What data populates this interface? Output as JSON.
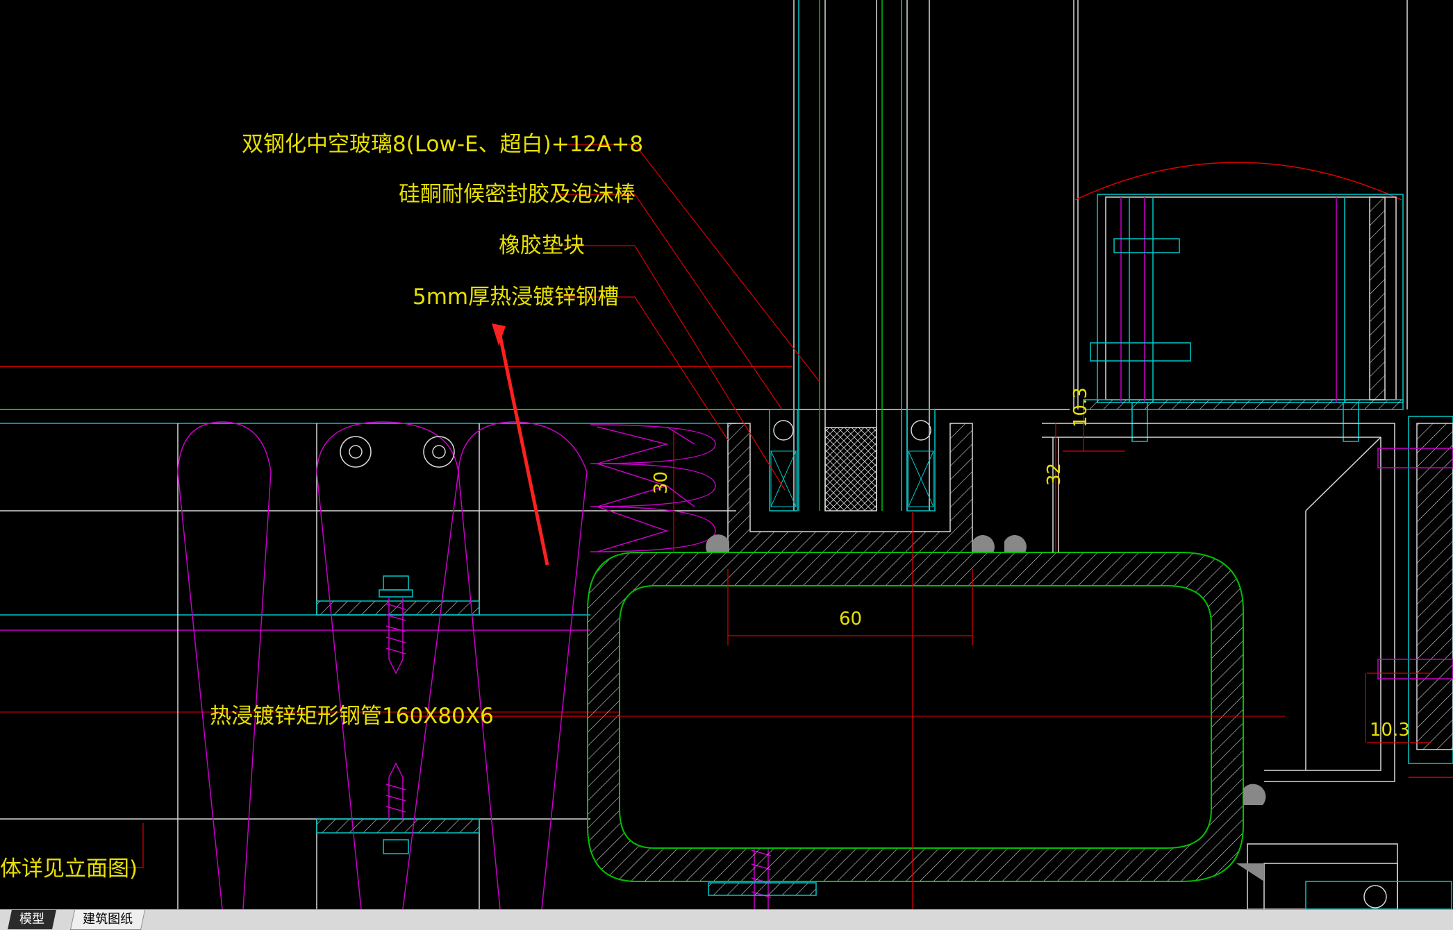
{
  "annotations": {
    "glass": "双钢化中空玻璃8(Low-E、超白)+12A+8",
    "sealant": "硅酮耐候密封胶及泡沫棒",
    "rubber_block": "橡胶垫块",
    "steel_channel": "5mm厚热浸镀锌钢槽",
    "steel_tube": "热浸镀锌矩形钢管160X80X6",
    "elevation_note": "体详见立面图)"
  },
  "dimensions": {
    "d30": "30",
    "d60": "60",
    "d32": "32",
    "d10_3_top": "10.3",
    "d10_3_right": "10.3"
  },
  "tabs": [
    {
      "label": "模型",
      "active": true
    },
    {
      "label": "建筑图纸",
      "active": false
    }
  ],
  "colors": {
    "background": "#000000",
    "text": "#e8e000",
    "leader": "#e00000",
    "outline_green": "#00c000",
    "cyan": "#00c8c8",
    "magenta": "#c800c8",
    "white": "#d8d8d8",
    "arrow": "#ff2020"
  }
}
